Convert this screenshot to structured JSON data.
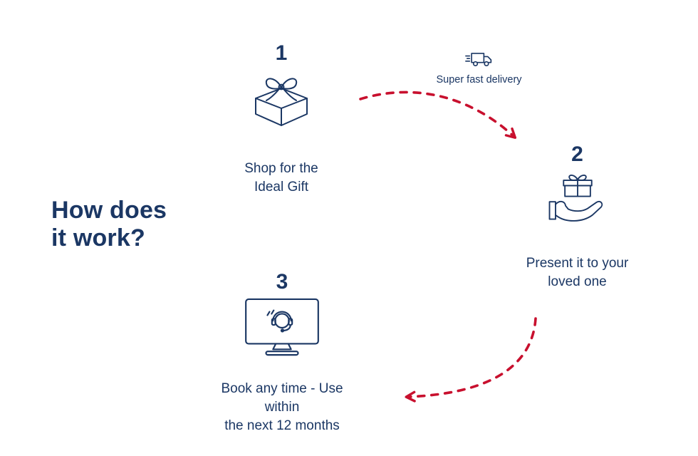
{
  "colors": {
    "navy": "#1b3764",
    "red": "#c8102e",
    "background": "#ffffff"
  },
  "title": {
    "line1": "How does",
    "line2": "it work?"
  },
  "steps": [
    {
      "number": "1",
      "line1": "Shop for the",
      "line2": "Ideal Gift"
    },
    {
      "number": "2",
      "line1": "Present it to your",
      "line2": "loved one"
    },
    {
      "number": "3",
      "line1": "Book any time - Use within",
      "line2": "the next 12 months"
    }
  ],
  "delivery": {
    "label": "Super fast delivery"
  }
}
